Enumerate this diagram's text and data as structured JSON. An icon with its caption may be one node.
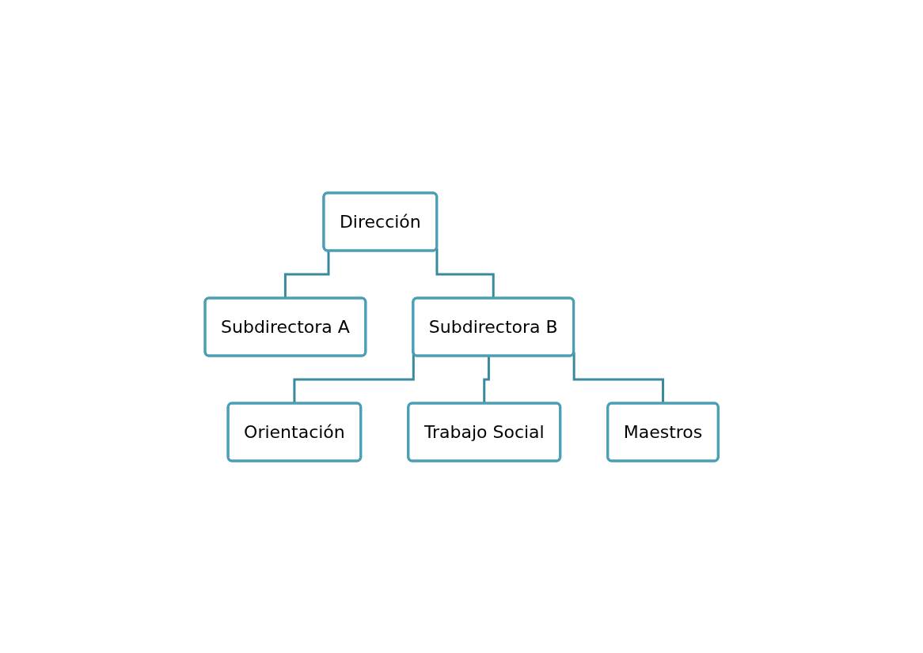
{
  "diagram": {
    "nodes": [
      {
        "text": [
          "Dirección"
        ]
      },
      {
        "text": [
          "Subdirectora A"
        ]
      },
      {
        "text": [
          "Subdirectora B"
        ]
      },
      {
        "text": [
          "Orientación"
        ]
      },
      {
        "text": [
          "Trabajo Social"
        ]
      },
      {
        "text": [
          "Maestros"
        ]
      }
    ],
    "edges": [
      {
        "from": 0,
        "to": 1,
        "arrow": "none"
      },
      {
        "from": 0,
        "to": 2,
        "arrow": "none"
      },
      {
        "from": 2,
        "to": 3,
        "arrow": "none"
      },
      {
        "from": 2,
        "to": 4,
        "arrow": "none"
      },
      {
        "from": 2,
        "to": 5,
        "arrow": "none"
      }
    ]
  }
}
